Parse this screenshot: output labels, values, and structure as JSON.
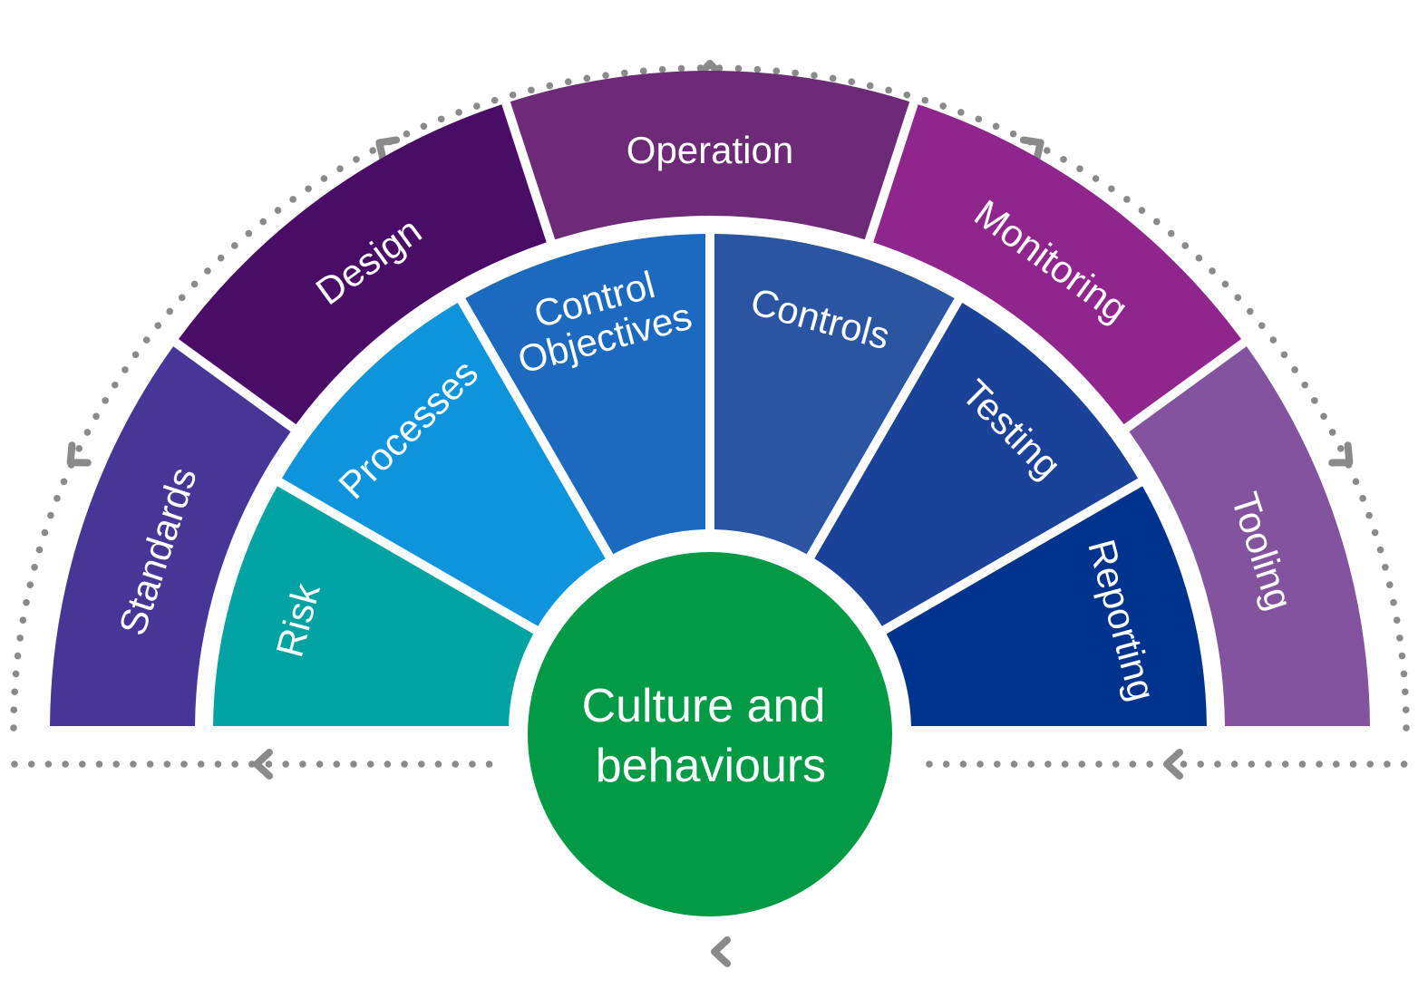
{
  "diagram": {
    "type": "semicircular-framework",
    "center": {
      "label_lines": [
        "Culture and",
        "behaviours"
      ],
      "color": "#029a45"
    },
    "outer_ring": [
      {
        "label": "Standards",
        "color": "#473597"
      },
      {
        "label": "Design",
        "color": "#4a0c66"
      },
      {
        "label": "Operation",
        "color": "#6c2a77"
      },
      {
        "label": "Monitoring",
        "color": "#91258e"
      },
      {
        "label": "Tooling",
        "color": "#8453a0"
      }
    ],
    "inner_ring": [
      {
        "label": "Risk",
        "color": "#00a3a1"
      },
      {
        "label": "Processes",
        "color": "#0d94dc"
      },
      {
        "label": "Control Objectives",
        "label_lines": [
          "Control",
          "Objectives"
        ],
        "color": "#1b6abf"
      },
      {
        "label": "Controls",
        "color": "#2955a2"
      },
      {
        "label": "Testing",
        "color": "#1a4299"
      },
      {
        "label": "Reporting",
        "color": "#00338d"
      }
    ],
    "cycle_path": {
      "style": "dotted",
      "color": "#8a8a8a",
      "direction": "clockwise over the top, returning right-to-left along the bottom"
    }
  }
}
